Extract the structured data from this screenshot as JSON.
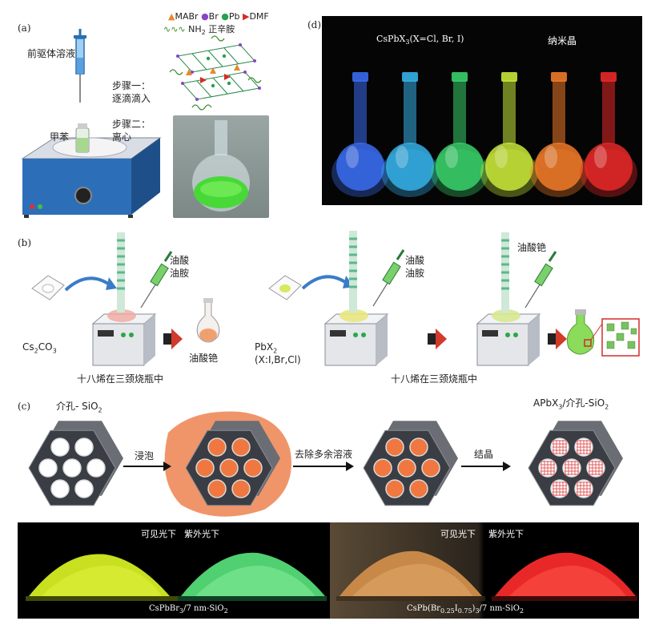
{
  "panel_a": {
    "label": "(a)",
    "precursor": "前驱体溶液",
    "step1_line1": "步骤一：",
    "step1_line2": "逐滴滴入",
    "toluene": "甲苯",
    "step2_line1": "步骤二：",
    "step2_line2": "离心",
    "legend": {
      "mabr": "MABr",
      "br": "Br",
      "pb": "Pb",
      "dmf": "DMF",
      "nh2_prefix": "NH",
      "nh2_sub": "2",
      "nh2_suffix": " 正辛胺"
    },
    "colors": {
      "mabr": "#e8882c",
      "br": "#8a44c8",
      "pb": "#23a34a",
      "dmf": "#d62a2a"
    }
  },
  "panel_b": {
    "label": "(b)",
    "cs2co3_prefix": "Cs",
    "cs2co3_sub1": "2",
    "cs2co3_mid": "CO",
    "cs2co3_sub2": "3",
    "oleic_acid": "油酸",
    "oleylamine": "油胺",
    "cs_oleate": "油酸铯",
    "pbx2_prefix": "PbX",
    "pbx2_sub": "2",
    "pbx2_options": "(X:I,Br,Cl)",
    "solvent_left": "十八烯在三颈烧瓶中",
    "solvent_right": "十八烯在三颈烧瓶中",
    "oleic_acid_2": "油酸",
    "oleylamine_2": "油胺",
    "cs_oleate_2": "油酸铯"
  },
  "panel_c": {
    "label": "(c)",
    "meso_prefix": "介孔- SiO",
    "meso_sub": "2",
    "soak": "浸泡",
    "remove": "去除多余溶液",
    "crystallize": "结晶",
    "product_prefix": "APbX",
    "product_sub": "3",
    "product_suffix": "/介孔-SiO",
    "product_sub2": "2"
  },
  "panel_d": {
    "label": "(d)",
    "title_prefix": "CsPbX",
    "title_sub": "3",
    "title_suffix": "(X=Cl, Br, I)",
    "nanocrystal": "纳米晶",
    "flask_colors": [
      "#3a6cf0",
      "#35b0e8",
      "#38d06a",
      "#c8e83a",
      "#f07a28",
      "#e82828"
    ]
  },
  "bottom_strip": {
    "visible_1": "可见光下",
    "uv_1": "紫外光下",
    "visible_2": "可见光下",
    "uv_2": "紫外光下",
    "caption_left_prefix": "CsPbBr",
    "caption_left_sub": "3",
    "caption_left_suffix": "/7 nm-SiO",
    "caption_left_sub2": "2",
    "caption_right_prefix": "CsPb(Br",
    "caption_right_sub1": "0.25",
    "caption_right_mid": "I",
    "caption_right_sub2": "0.75",
    "caption_right_close": ")",
    "caption_right_sub3": "3",
    "caption_right_suffix": "/7 nm-SiO",
    "caption_right_sub4": "2"
  }
}
